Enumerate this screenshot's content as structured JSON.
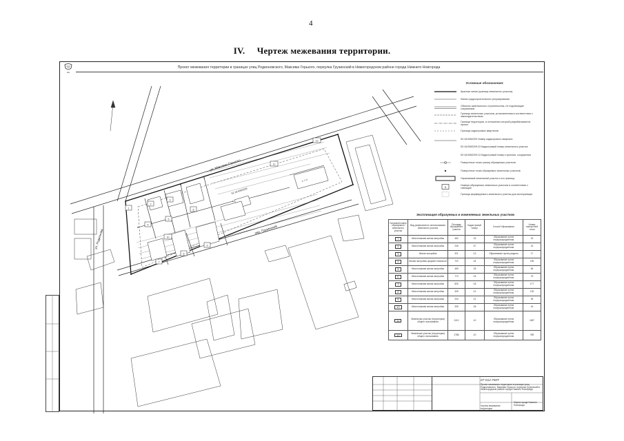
{
  "page_number": "4",
  "section": {
    "numeral": "IV.",
    "title": "Чертеж межевания территории."
  },
  "header": {
    "project_line": "Проект межевания территории в границах улиц Родионовского, Максима Горького, переулка Грузинский в Нижегородском районе города Нижнего Новгорода"
  },
  "legend": {
    "title": "Условные обозначения:",
    "items": [
      {
        "label": "Красная линия (граница земельного участка)"
      },
      {
        "label": "Линии градостроительного регулирования"
      },
      {
        "label": "Объекты капитального строительства, не подлежащие сохранению"
      },
      {
        "label": "Граница земельных участков, установленная в соответствии с законодательством"
      },
      {
        "label": "Граница территории, в отношении которой разрабатывается проект"
      },
      {
        "label": "Границы кадастровых кварталов"
      },
      {
        "label": "52:18:0060209 Номер кадастрового квартала"
      },
      {
        "label": "52:18:0060209:23 Кадастровый номер земельного участка"
      },
      {
        "label": "52:18:0060209:13 Кадастровый номер строения, сооружения"
      },
      {
        "label": "Поворотные точки границ образуемых участков"
      },
      {
        "label": "Поворотные точки образуемых земельных участков"
      },
      {
        "label": "Охраняемый земельный участок и его граница"
      },
      {
        "label": "Номера образуемых земельных участков в соответствии с таблицей"
      },
      {
        "label": "Граница формируемого земельного участка для эксплуатации"
      }
    ]
  },
  "explication": {
    "title": "Экспликация образуемых и изменяемых земельных участков",
    "columns": [
      "Условный номер образуемого земельного участка",
      "Вид разрешенного использования земельного участка",
      "Площадь образуемого участка",
      "Кадастровый номер",
      "Способ образования",
      "Номер поворотной точки"
    ],
    "rows": [
      {
        "num": "1",
        "use": "Многоэтажная жилая застройка",
        "area": "462",
        "cad": ":22",
        "method": "Образование путем перераспределения",
        "pt": "20"
      },
      {
        "num": "2",
        "use": "Многоэтажная жилая застройка",
        "area": "245",
        "cad": ":27",
        "method": "Образование путем перераспределения",
        "pt": "24"
      },
      {
        "num": "3",
        "use": "Жилая застройка",
        "area": "321",
        "cad": ":13",
        "method": "Образование путем раздела",
        "pt": "17"
      },
      {
        "num": "4",
        "use": "Жилая застройка средней этажности",
        "area": "722",
        "cad": ":24",
        "method": "Образование путем перераспределения",
        "pt": "195"
      },
      {
        "num": "5",
        "use": "Многоэтажная жилая застройка",
        "area": "469",
        "cad": ":25",
        "method": "Образование путем перераспределения",
        "pt": "84"
      },
      {
        "num": "6",
        "use": "Многоэтажная жилая застройка",
        "area": "773",
        "cad": ":15",
        "method": "Образование путем перераспределения",
        "pt": "75"
      },
      {
        "num": "7",
        "use": "Многоэтажная жилая застройка",
        "area": "825",
        "cad": ":18",
        "method": "Образование путем перераспределения",
        "pt": "177"
      },
      {
        "num": "8",
        "use": "Многоэтажная жилая застройка",
        "area": "349",
        "cad": ":12",
        "method": "Образование путем перераспределения",
        "pt": "125"
      },
      {
        "num": "9",
        "use": "Многоэтажная жилая застройка",
        "area": "234",
        "cad": ":21",
        "method": "Образование путем перераспределения",
        "pt": "53"
      },
      {
        "num": "10",
        "use": "Многоэтажная жилая застройка",
        "area": "339",
        "cad": ":26",
        "method": "Образование путем перераспределения",
        "pt": "44"
      },
      {
        "num": "11",
        "use": "Земельные участки (территории) общего пользования",
        "area": "2412",
        "cad": ":10",
        "method": "Образование путем перераспределения",
        "pt": "1657"
      },
      {
        "num": "12",
        "use": "Земельные участки (территории) общего пользования",
        "area": "2786",
        "cad": ":10",
        "method": "Образование путем перераспределения",
        "pt": "789"
      }
    ]
  },
  "map_labels": {
    "street_gorky": "ул. Максима Горького",
    "street_rodionova": "ул. Родионова",
    "lane_gruzinsky": "пер. Грузинский",
    "quarter": "52:18:0060209",
    "bldg": "ж. 2 эт.",
    "plot_1": "1",
    "plot_2": "2",
    "plot_3": "3",
    "plot_4": "4",
    "plot_5": "5",
    "plot_6": "6",
    "plot_7": "7",
    "plot_8": "8",
    "plot_9": "9",
    "plot_10": "10",
    "plot_11": "11",
    "plot_12": "12"
  },
  "stamp": {
    "code": "07-012-ПМТ",
    "description": "Проект межевания территории в границах улиц Родионовского, Максима Горького, переулка Грузинский в Нижегородском районе города Нижнего Новгорода",
    "sheet_name": "Чертеж межевания территории",
    "department": "Мэрия города Нижнего Новгорода"
  },
  "colors": {
    "line": "#222222",
    "hatch": "#888888",
    "text": "#333333"
  }
}
